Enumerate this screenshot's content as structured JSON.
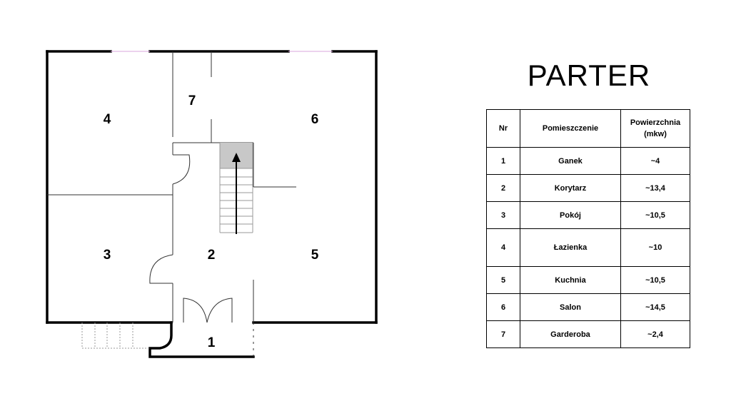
{
  "title": "PARTER",
  "rooms": {
    "r1": "1",
    "r2": "2",
    "r3": "3",
    "r4": "4",
    "r5": "5",
    "r6": "6",
    "r7": "7"
  },
  "table": {
    "headers": {
      "nr": "Nr",
      "name": "Pomieszczenie",
      "area": "Powierzchnia (mkw)"
    },
    "rows": [
      {
        "nr": "1",
        "name": "Ganek",
        "area": "~4"
      },
      {
        "nr": "2",
        "name": "Korytarz",
        "area": "~13,4"
      },
      {
        "nr": "3",
        "name": "Pokój",
        "area": "~10,5"
      },
      {
        "nr": "4",
        "name": "Łazienka",
        "area": "~10"
      },
      {
        "nr": "5",
        "name": "Kuchnia",
        "area": "~10,5"
      },
      {
        "nr": "6",
        "name": "Salon",
        "area": "~14,5"
      },
      {
        "nr": "7",
        "name": "Garderoba",
        "area": "~2,4"
      }
    ]
  },
  "colors": {
    "window": "#d9a6dc",
    "stair_top": "#c8c8c8",
    "wall": "#000000"
  }
}
